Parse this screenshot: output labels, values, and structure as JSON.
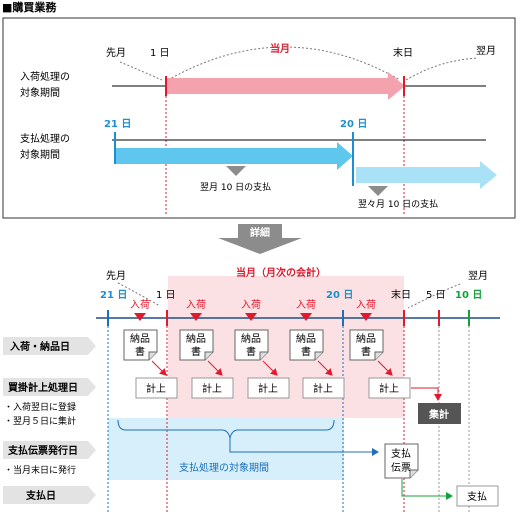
{
  "section_title": "■購買業務",
  "top": {
    "label_prev_month": "先月",
    "label_day1": "1 日",
    "label_this_month": "当月",
    "label_end": "末日",
    "label_next_month": "翌月",
    "row1_label": [
      "入荷処理の",
      "対象期間"
    ],
    "row2_label": [
      "支払処理の",
      "対象期間"
    ],
    "label_21": "21 日",
    "label_20": "20 日",
    "pay_next_10": "翌月 10 日の支払",
    "pay_next2_10": "翌々月 10 日の支払"
  },
  "detail_label": "詳細",
  "bottom": {
    "label_prev_month": "先月",
    "label_this_month": "当月（月次の会計）",
    "label_next_month": "翌月",
    "label_21": "21 日",
    "label_1": "1 日",
    "label_20": "20 日",
    "label_end": "末日",
    "label_5": "5 日",
    "label_10": "10 日",
    "arrival": "入荷",
    "delivery_note": [
      "納品",
      "書"
    ],
    "posting": "計上",
    "aggregate": "集計",
    "payment_slip": [
      "支払",
      "伝票"
    ],
    "payment": "支払",
    "target_period": "支払処理の対象期間",
    "row_arrival_date": "入荷・納品日",
    "row_ap_date": "買掛計上処理日",
    "ap_note1": "・入荷翌日に登録",
    "ap_note2": "・翌月５日に集計",
    "row_slip_date": "支払伝票発行日",
    "slip_note": "・当月末日に発行",
    "row_pay_date": "支払日"
  },
  "colors": {
    "pink_arrow": "#f4a2ae",
    "blue_arrow": "#5fc6ee",
    "light_blue_arrow": "#a9e2f6",
    "pink_band": "#fbe1e4",
    "blue_band": "#d6effb",
    "red": "#e2192d",
    "blue": "#1d8fd0",
    "green": "#13a23a",
    "navy": "#1f4f8a",
    "gray": "#8c8c8c",
    "dark_gray": "#555555"
  }
}
